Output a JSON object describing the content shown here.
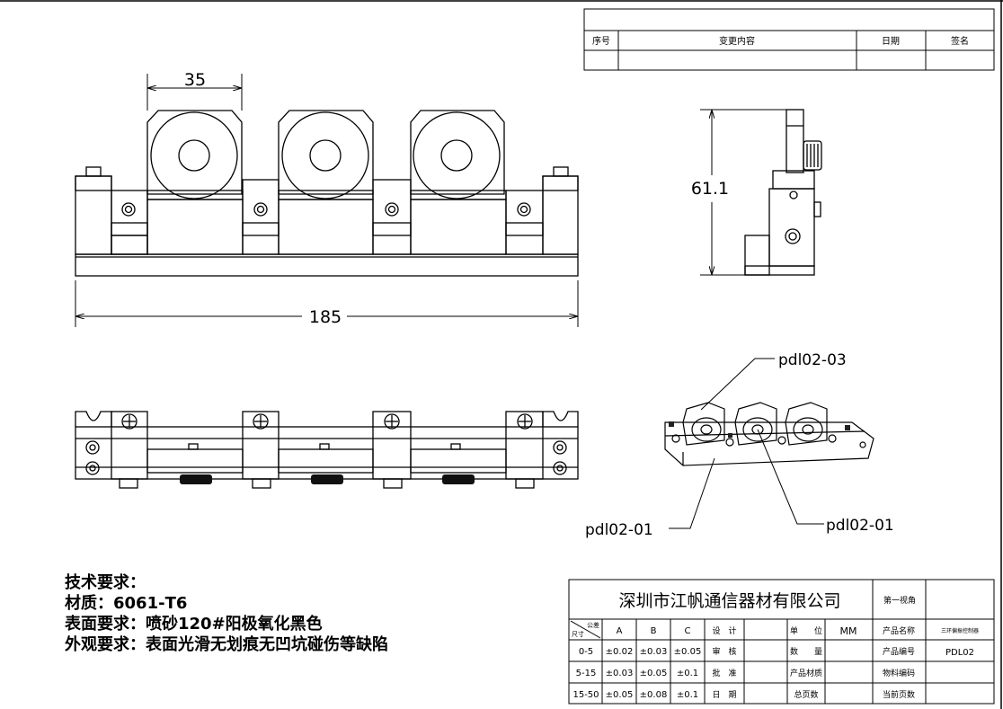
{
  "revision_table": {
    "headers": [
      "序号",
      "变更内容",
      "日期",
      "签名"
    ]
  },
  "dimensions": {
    "width_top": "35",
    "overall_width": "185",
    "height_side": "61.1"
  },
  "callouts": [
    "pdl02-03",
    "pdl02-01",
    "pdl02-01"
  ],
  "requirements": {
    "heading": "技术要求：",
    "material": "材质：6061-T6",
    "surface": "表面要求：喷砂120#阳极氧化黑色",
    "appearance": "外观要求：表面光滑无划痕无凹坑碰伤等缺陷"
  },
  "title_block": {
    "company": "深圳市江帆通信器材有限公司",
    "view": "第一视角",
    "tolerance_label": "公差",
    "size_label": "尺寸",
    "tol_cols": [
      "A",
      "B",
      "C"
    ],
    "tol_rows": [
      [
        "0-5",
        "±0.02",
        "±0.03",
        "±0.05"
      ],
      [
        "5-15",
        "±0.03",
        "±0.05",
        "±0.1"
      ],
      [
        "15-50",
        "±0.05",
        "±0.08",
        "±0.1"
      ]
    ],
    "approvals": [
      "设　计",
      "审　核",
      "批　准",
      "日　期"
    ],
    "unit_label": "单　　位",
    "unit_value": "MM",
    "qty_label": "数　　量",
    "material_label": "产品材质",
    "total_pages_label": "总页数",
    "product_name_label": "产品名称",
    "product_name_value": "三环偏振控制器",
    "product_code_label": "产品编号",
    "product_code_value": "PDL02",
    "material_code_label": "物料编码",
    "current_page_label": "当前页数"
  }
}
